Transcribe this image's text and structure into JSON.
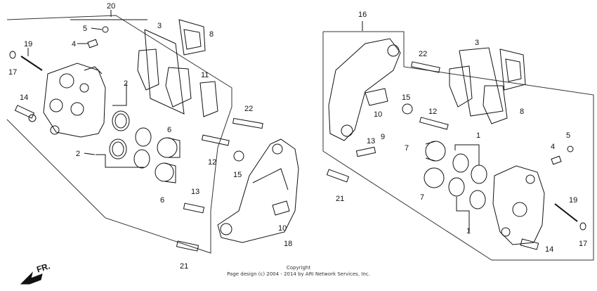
{
  "callouts": {
    "n20": "20",
    "n5a": "5",
    "n4a": "4",
    "n3a": "3",
    "n8a": "8",
    "n19a": "19",
    "n17a": "17",
    "n14a": "14",
    "n2a": "2",
    "n2b": "2",
    "n11": "11",
    "n6a": "6",
    "n6b": "6",
    "n22a": "22",
    "n12a": "12",
    "n15a": "15",
    "n13a": "13",
    "n10a": "10",
    "n18": "18",
    "n21a": "21",
    "n16": "16",
    "n22b": "22",
    "n3b": "3",
    "n8b": "8",
    "n15b": "15",
    "n12b": "12",
    "n10b": "10",
    "n9": "9",
    "n13b": "13",
    "n7a": "7",
    "n7b": "7",
    "n1a": "1",
    "n1b": "1",
    "n5b": "5",
    "n4b": "4",
    "n19b": "19",
    "n17b": "17",
    "n14b": "14",
    "n21b": "21"
  },
  "direction_label": "FR.",
  "copyright_line1": "Copyright",
  "copyright_line2": "Page design (c) 2004 - 2014 by ARI Network Services, Inc."
}
